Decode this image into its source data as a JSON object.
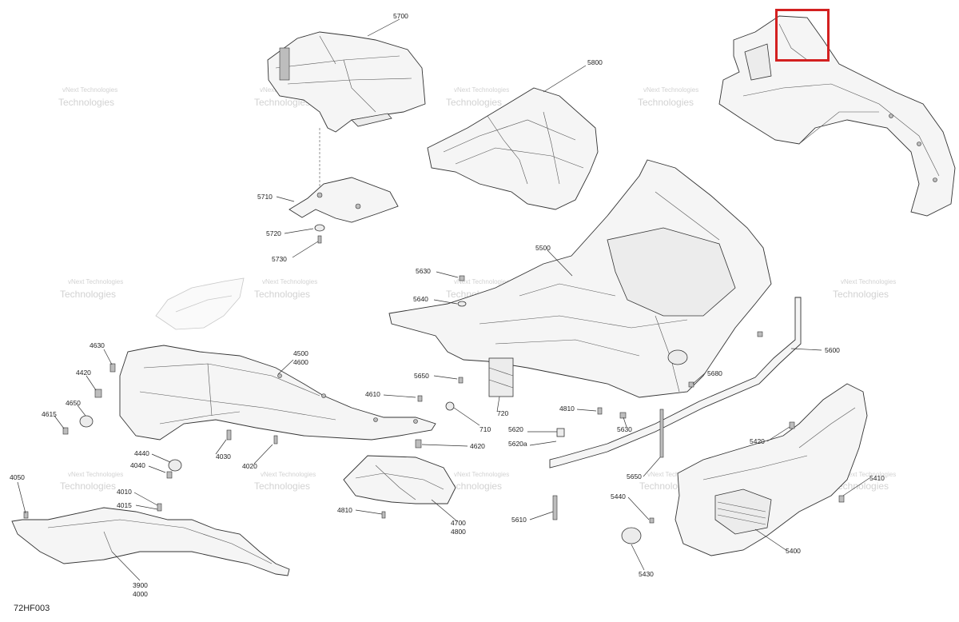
{
  "diagram": {
    "drawing_code": "72HF003",
    "watermark": {
      "line1": "vNext Technologies",
      "line2": "Technologies"
    },
    "highlight_color": "#d32020",
    "part_labels": {
      "p5700": "5700",
      "p5800": "5800",
      "p5710": "5710",
      "p5720": "5720",
      "p5730": "5730",
      "p5500": "5500",
      "p5630a": "5630",
      "p5640": "5640",
      "p5650a": "5650",
      "p5680": "5680",
      "p5600": "5600",
      "p4630": "4630",
      "p4500": "4500",
      "p4600": "4600",
      "p4420": "4420",
      "p4650": "4650",
      "p4615": "4615",
      "p4610": "4610",
      "p710": "710",
      "p720": "720",
      "p4810a": "4810",
      "p5630b": "5630",
      "p5620": "5620",
      "p5620a": "5620a",
      "p4620": "4620",
      "p4440": "4440",
      "p4030": "4030",
      "p4040": "4040",
      "p4020": "4020",
      "p4050": "4050",
      "p4010": "4010",
      "p4015": "4015",
      "p4810b": "4810",
      "p4700": "4700",
      "p4800": "4800",
      "p5610": "5610",
      "p5650b": "5650",
      "p5420": "5420",
      "p5410": "5410",
      "p5440": "5440",
      "p5400": "5400",
      "p5430": "5430",
      "p3900": "3900",
      "p4000": "4000"
    }
  }
}
